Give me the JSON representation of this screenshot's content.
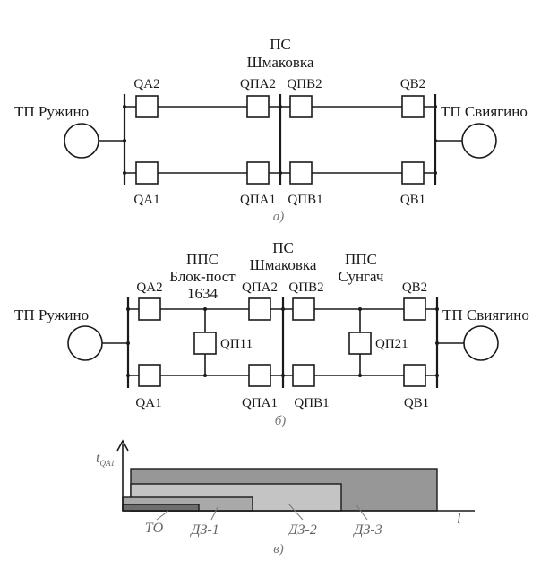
{
  "panel_a": {
    "caption": "а)",
    "substation_center": [
      "ПС",
      "Шмаковка"
    ],
    "source_left": "ТП Ружино",
    "source_right": "ТП Свиягино",
    "breakers_top": [
      "QA2",
      "QПA2",
      "QПB2",
      "QB2"
    ],
    "breakers_bottom": [
      "QA1",
      "QПA1",
      "QПB1",
      "QB1"
    ]
  },
  "panel_b": {
    "caption": "б)",
    "substation_center": [
      "ПС",
      "Шмаковка"
    ],
    "substation_left": [
      "ППС",
      "Блок-пост",
      "1634"
    ],
    "substation_right": [
      "ППС",
      "Сунгач"
    ],
    "source_left": "ТП Ружино",
    "source_right": "ТП Свиягино",
    "breakers_top": [
      "QA2",
      "QПA2",
      "QПB2",
      "QB2"
    ],
    "breakers_bottom": [
      "QA1",
      "QПA1",
      "QПB1",
      "QB1"
    ],
    "sectionalizers": [
      "QП11",
      "QП21"
    ]
  },
  "panel_c": {
    "caption": "в)",
    "y_axis_label": "t",
    "y_axis_subscript": "QA1",
    "x_axis_label": "l",
    "zones": [
      {
        "name": "ТО",
        "color": "#6e6e6e"
      },
      {
        "name": "ДЗ-1",
        "color": "#a9a9a9"
      },
      {
        "name": "ДЗ-2",
        "color": "#c4c4c4"
      },
      {
        "name": "ДЗ-3",
        "color": "#979797"
      }
    ]
  }
}
